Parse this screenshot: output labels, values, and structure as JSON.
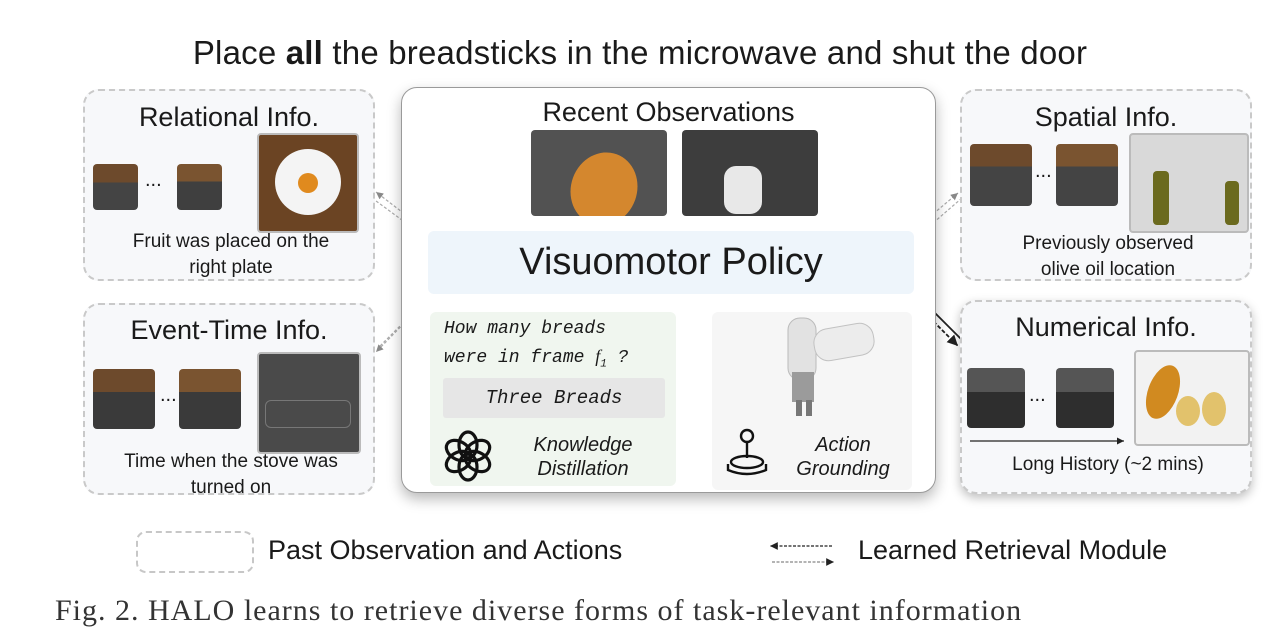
{
  "title": {
    "prefix": "Place ",
    "bold": "all",
    "suffix": " the breadsticks in the microwave and shut the door"
  },
  "center": {
    "recent_obs_title": "Recent Observations",
    "policy_label": "Visuomotor Policy",
    "question_line1": "How many breads",
    "question_line2_prefix": "were in frame ",
    "question_line2_var": "f",
    "question_line2_sub": "1",
    "question_line2_suffix": " ?",
    "answer": "Three Breads",
    "kd_line1": "Knowledge",
    "kd_line2": "Distillation",
    "ag_line1": "Action",
    "ag_line2": "Grounding"
  },
  "panels": {
    "relational": {
      "title": "Relational Info.",
      "caption_line1": "Fruit was placed on the",
      "caption_line2": "right plate"
    },
    "event_time": {
      "title": "Event-Time Info.",
      "caption_line1": "Time when the stove was",
      "caption_line2": "turned on"
    },
    "spatial": {
      "title": "Spatial Info.",
      "caption_line1": "Previously observed",
      "caption_line2": "olive oil location"
    },
    "numerical": {
      "title": "Numerical Info.",
      "caption": "Long History (~2 mins)"
    }
  },
  "legend": {
    "past_obs": "Past Observation and Actions",
    "retrieval": "Learned Retrieval Module"
  },
  "figure_caption_fragment": "Fig. 2.  HALO learns to retrieve diverse forms of task-relevant information",
  "ellipsis": "...",
  "icons": [
    "openai-logo-icon",
    "joystick-icon",
    "arrow-down-icon",
    "bidirectional-arrow-icon"
  ]
}
